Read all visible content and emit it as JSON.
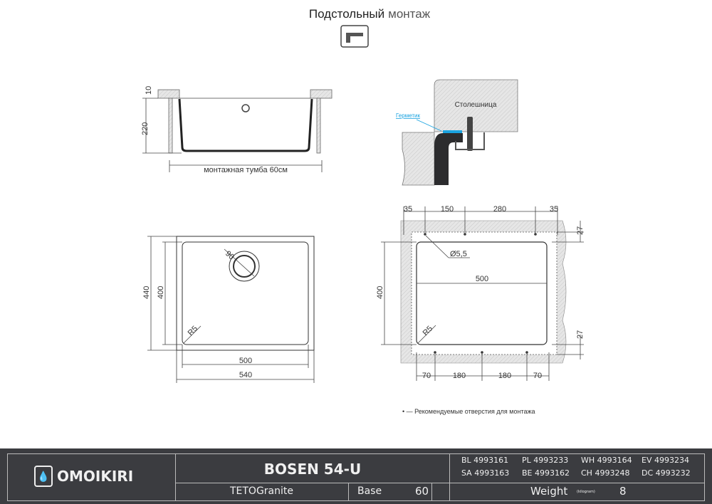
{
  "header": {
    "title_bold": "Подстольный",
    "title_light": "монтаж",
    "icon": "undermount-icon"
  },
  "side_view": {
    "dim_top": "10",
    "dim_height": "220",
    "cabinet_label": "монтажная тумба 60см"
  },
  "detail": {
    "countertop": "Столешница",
    "sealant": "Герметик"
  },
  "plan": {
    "outer_h": "440",
    "inner_h": "400",
    "drain": "90",
    "radius": "R5",
    "inner_w": "500",
    "outer_w": "540"
  },
  "cutout": {
    "top_dims": [
      "35",
      "150",
      "280",
      "35"
    ],
    "bottom_dims": [
      "70",
      "180",
      "180",
      "70"
    ],
    "height": "400",
    "width": "500",
    "hole": "Ø5,5",
    "radius": "R5",
    "offset_top": "27",
    "offset_bottom": "27"
  },
  "legend": "• — Рекомендуемые отверстия для монтажа",
  "footer": {
    "brand": "OMOIKIRI",
    "model": "BOSEN 54-U",
    "material": "TETOGranite",
    "base_label": "Base",
    "base_value": "60",
    "weight_label": "Weight",
    "weight_unit": "(kilogram)",
    "weight_value": "8",
    "codes": [
      [
        "BL 4993161",
        "PL 4993233",
        "WH 4993164",
        "EV 4993234"
      ],
      [
        "SA 4993163",
        "BE 4993162",
        "CH 4993248",
        "DC 4993232"
      ]
    ]
  }
}
